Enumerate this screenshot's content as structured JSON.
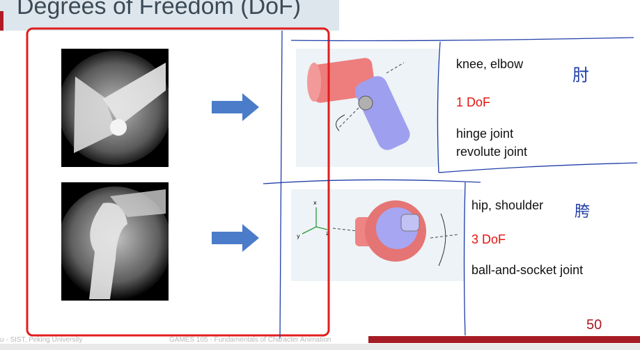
{
  "slide": {
    "title": "Degrees of Freedom (DoF)",
    "page_number": "50",
    "footer_left": "u - SIST, Peking University",
    "footer_center": "GAMES 105 - Fundamentals of Character Animation"
  },
  "rows": [
    {
      "image_icon": "elbow-xray-icon",
      "joint_examples": "knee, elbow",
      "dof": "1 DoF",
      "joint_type_line1": "hinge joint",
      "joint_type_line2": "revolute joint",
      "handwritten_note": "肘"
    },
    {
      "image_icon": "shoulder-xray-icon",
      "joint_examples": "hip, shoulder",
      "dof": "3 DoF",
      "joint_type_line1": "ball-and-socket joint",
      "joint_type_line2": "",
      "handwritten_note": "胯"
    }
  ],
  "colors": {
    "accent_red": "#a61c24",
    "dof_red": "#e0150f",
    "arrow_blue": "#4a7cc9",
    "annotation_box_red": "#e11d1d",
    "ink_blue": "#1f3da8"
  }
}
